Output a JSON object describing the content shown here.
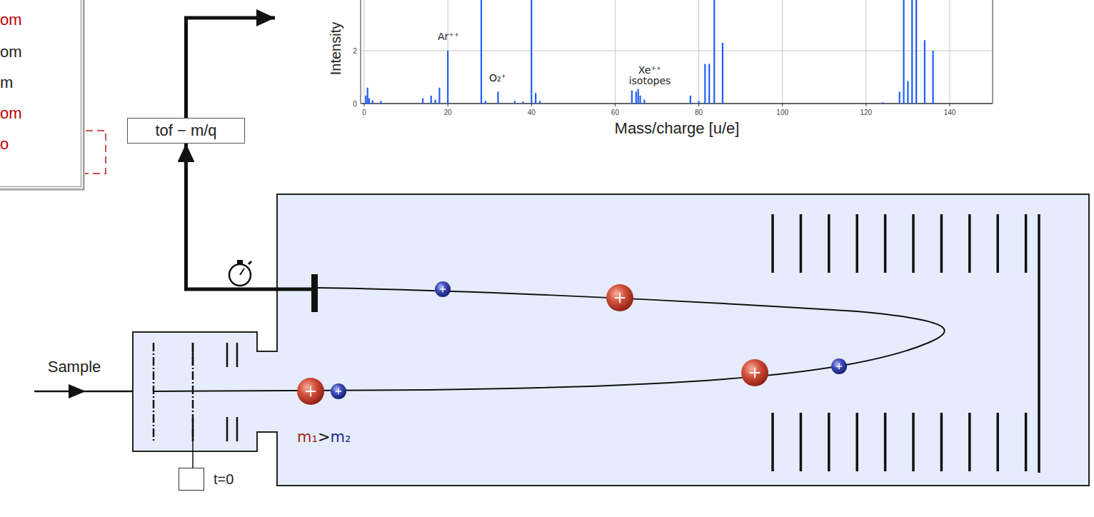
{
  "diagram": {
    "nodes": [
      {
        "text": [
          "om",
          "om",
          "m",
          "om",
          "o"
        ]
      },
      {
        "text": [
          "Intensity",
          "Mass/charge [u/e]"
        ]
      },
      {
        "text": [
          "tof − m/q"
        ]
      },
      {
        "text": [
          "m₁>m₂"
        ]
      },
      {
        "text": [
          "t=0"
        ]
      }
    ],
    "edges": [
      {
        "from": 3,
        "to": 2,
        "arrow": "to"
      },
      {
        "from": 2,
        "to": 1,
        "arrow": "to"
      }
    ],
    "labels": [
      "Ar⁺⁺",
      "O₂⁺",
      "Xe⁺⁺ isotopes",
      "0",
      "20",
      "40",
      "60",
      "80",
      "100",
      "120",
      "140",
      "0",
      "2",
      "Sample"
    ]
  }
}
